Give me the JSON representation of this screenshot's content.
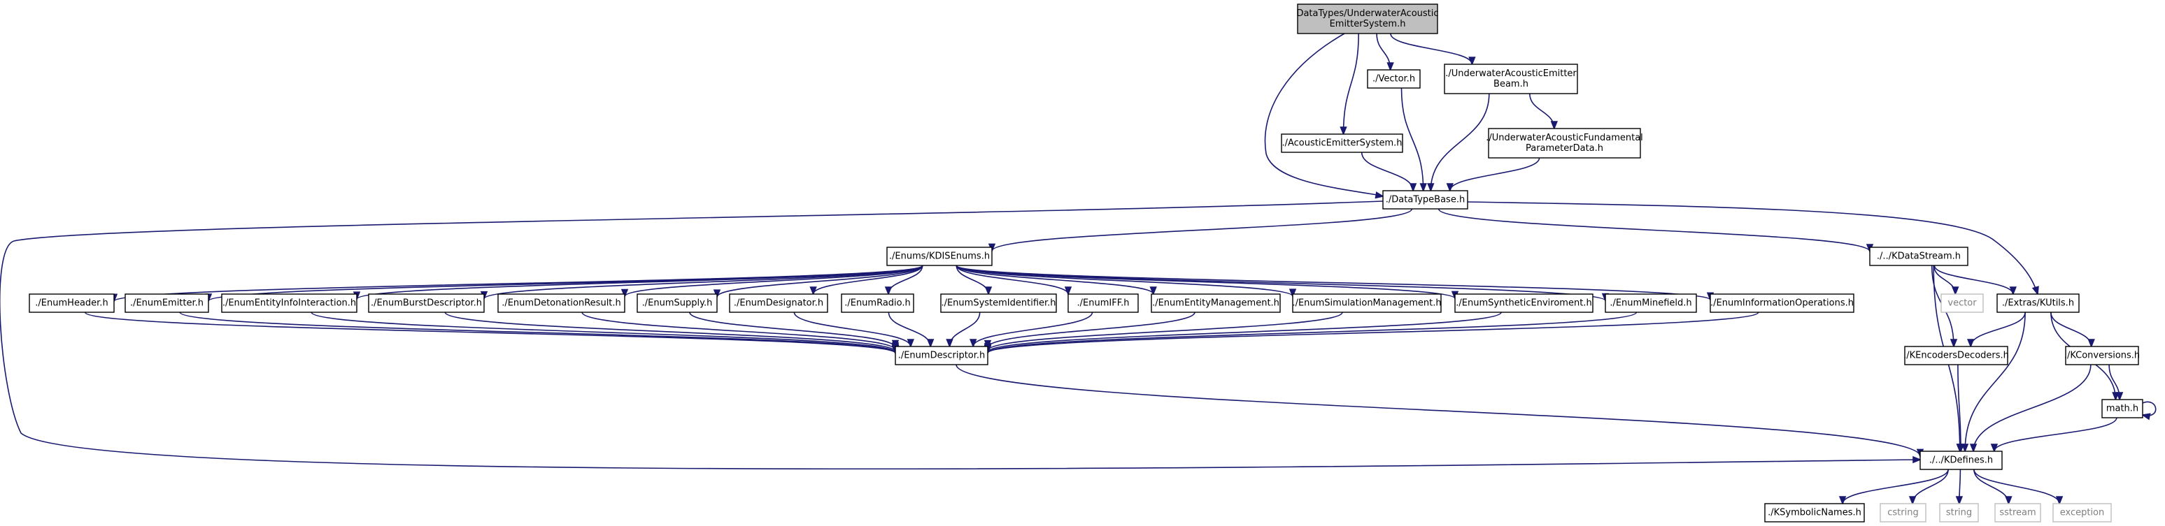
{
  "colors": {
    "edge": "#191970",
    "node_border": "#000000",
    "node_fill": "#ffffff",
    "root_fill": "#bfbfbf",
    "system_border": "#bfbfbf",
    "system_text": "#7f7f7f"
  },
  "nodes": [
    {
      "id": "root",
      "lines": [
        "DataTypes/UnderwaterAcoustic",
        "EmitterSystem.h"
      ],
      "style": "root"
    },
    {
      "id": "vector",
      "lines": [
        "./Vector.h"
      ],
      "style": "normal"
    },
    {
      "id": "uaeb",
      "lines": [
        "./UnderwaterAcousticEmitter",
        "Beam.h"
      ],
      "style": "normal"
    },
    {
      "id": "aes",
      "lines": [
        "./AcousticEmitterSystem.h"
      ],
      "style": "normal"
    },
    {
      "id": "uafpd",
      "lines": [
        "./UnderwaterAcousticFundamental",
        "ParameterData.h"
      ],
      "style": "normal"
    },
    {
      "id": "dtb",
      "lines": [
        "./DataTypeBase.h"
      ],
      "style": "normal"
    },
    {
      "id": "kdisenums",
      "lines": [
        "./Enums/KDISEnums.h"
      ],
      "style": "normal"
    },
    {
      "id": "kdatastream",
      "lines": [
        "./../KDataStream.h"
      ],
      "style": "normal"
    },
    {
      "id": "enumheader",
      "lines": [
        "./EnumHeader.h"
      ],
      "style": "normal"
    },
    {
      "id": "enumemitter",
      "lines": [
        "./EnumEmitter.h"
      ],
      "style": "normal"
    },
    {
      "id": "enumentityinfo",
      "lines": [
        "./EnumEntityInfoInteraction.h"
      ],
      "style": "normal"
    },
    {
      "id": "enumburst",
      "lines": [
        "./EnumBurstDescriptor.h"
      ],
      "style": "normal"
    },
    {
      "id": "enumdetonation",
      "lines": [
        "./EnumDetonationResult.h"
      ],
      "style": "normal"
    },
    {
      "id": "enumsupply",
      "lines": [
        "./EnumSupply.h"
      ],
      "style": "normal"
    },
    {
      "id": "enumdesignator",
      "lines": [
        "./EnumDesignator.h"
      ],
      "style": "normal"
    },
    {
      "id": "enumradio",
      "lines": [
        "./EnumRadio.h"
      ],
      "style": "normal"
    },
    {
      "id": "enumsystemid",
      "lines": [
        "./EnumSystemIdentifier.h"
      ],
      "style": "normal"
    },
    {
      "id": "enumiff",
      "lines": [
        "./EnumIFF.h"
      ],
      "style": "normal"
    },
    {
      "id": "enumentitymgmt",
      "lines": [
        "./EnumEntityManagement.h"
      ],
      "style": "normal"
    },
    {
      "id": "enumsimmgmt",
      "lines": [
        "./EnumSimulationManagement.h"
      ],
      "style": "normal"
    },
    {
      "id": "enumsynth",
      "lines": [
        "./EnumSyntheticEnviroment.h"
      ],
      "style": "normal"
    },
    {
      "id": "enumminefield",
      "lines": [
        "./EnumMinefield.h"
      ],
      "style": "normal"
    },
    {
      "id": "enuminfoops",
      "lines": [
        "./EnumInformationOperations.h"
      ],
      "style": "normal"
    },
    {
      "id": "vectorstd",
      "lines": [
        "vector"
      ],
      "style": "system"
    },
    {
      "id": "kutils",
      "lines": [
        "./Extras/KUtils.h"
      ],
      "style": "normal"
    },
    {
      "id": "enumdescriptor",
      "lines": [
        "./EnumDescriptor.h"
      ],
      "style": "normal"
    },
    {
      "id": "kencoders",
      "lines": [
        "./KEncodersDecoders.h"
      ],
      "style": "normal"
    },
    {
      "id": "kconversions",
      "lines": [
        "./KConversions.h"
      ],
      "style": "normal"
    },
    {
      "id": "mathh",
      "lines": [
        "math.h"
      ],
      "style": "normal"
    },
    {
      "id": "kdefines",
      "lines": [
        "./../KDefines.h"
      ],
      "style": "normal"
    },
    {
      "id": "ksymbolic",
      "lines": [
        "./KSymbolicNames.h"
      ],
      "style": "normal"
    },
    {
      "id": "cstring",
      "lines": [
        "cstring"
      ],
      "style": "system"
    },
    {
      "id": "string",
      "lines": [
        "string"
      ],
      "style": "system"
    },
    {
      "id": "sstream",
      "lines": [
        "sstream"
      ],
      "style": "system"
    },
    {
      "id": "exception",
      "lines": [
        "exception"
      ],
      "style": "system"
    }
  ],
  "edges": [
    [
      "root",
      "vector"
    ],
    [
      "root",
      "uaeb"
    ],
    [
      "root",
      "aes"
    ],
    [
      "root",
      "dtb"
    ],
    [
      "vector",
      "dtb"
    ],
    [
      "uaeb",
      "dtb"
    ],
    [
      "uaeb",
      "uafpd"
    ],
    [
      "aes",
      "dtb"
    ],
    [
      "uafpd",
      "dtb"
    ],
    [
      "dtb",
      "kdisenums"
    ],
    [
      "dtb",
      "kdatastream"
    ],
    [
      "dtb",
      "kutils"
    ],
    [
      "dtb",
      "kdefines"
    ],
    [
      "kdisenums",
      "enumheader"
    ],
    [
      "kdisenums",
      "enumemitter"
    ],
    [
      "kdisenums",
      "enumentityinfo"
    ],
    [
      "kdisenums",
      "enumburst"
    ],
    [
      "kdisenums",
      "enumdetonation"
    ],
    [
      "kdisenums",
      "enumsupply"
    ],
    [
      "kdisenums",
      "enumdesignator"
    ],
    [
      "kdisenums",
      "enumradio"
    ],
    [
      "kdisenums",
      "enumsystemid"
    ],
    [
      "kdisenums",
      "enumiff"
    ],
    [
      "kdisenums",
      "enumentitymgmt"
    ],
    [
      "kdisenums",
      "enumsimmgmt"
    ],
    [
      "kdisenums",
      "enumsynth"
    ],
    [
      "kdisenums",
      "enumminefield"
    ],
    [
      "kdisenums",
      "enuminfoops"
    ],
    [
      "enumheader",
      "enumdescriptor"
    ],
    [
      "enumemitter",
      "enumdescriptor"
    ],
    [
      "enumentityinfo",
      "enumdescriptor"
    ],
    [
      "enumburst",
      "enumdescriptor"
    ],
    [
      "enumdetonation",
      "enumdescriptor"
    ],
    [
      "enumsupply",
      "enumdescriptor"
    ],
    [
      "enumdesignator",
      "enumdescriptor"
    ],
    [
      "enumradio",
      "enumdescriptor"
    ],
    [
      "enumsystemid",
      "enumdescriptor"
    ],
    [
      "enumiff",
      "enumdescriptor"
    ],
    [
      "enumentitymgmt",
      "enumdescriptor"
    ],
    [
      "enumsimmgmt",
      "enumdescriptor"
    ],
    [
      "enumsynth",
      "enumdescriptor"
    ],
    [
      "enumminefield",
      "enumdescriptor"
    ],
    [
      "enuminfoops",
      "enumdescriptor"
    ],
    [
      "enumdescriptor",
      "kdefines"
    ],
    [
      "kdatastream",
      "vectorstd"
    ],
    [
      "kdatastream",
      "kutils"
    ],
    [
      "kdatastream",
      "kencoders"
    ],
    [
      "kdatastream",
      "kdefines"
    ],
    [
      "kutils",
      "kencoders"
    ],
    [
      "kutils",
      "kconversions"
    ],
    [
      "kutils",
      "mathh"
    ],
    [
      "kutils",
      "kdefines"
    ],
    [
      "kencoders",
      "kdefines"
    ],
    [
      "kconversions",
      "mathh"
    ],
    [
      "kconversions",
      "kdefines"
    ],
    [
      "mathh",
      "mathh"
    ],
    [
      "mathh",
      "kdefines"
    ],
    [
      "kdefines",
      "ksymbolic"
    ],
    [
      "kdefines",
      "cstring"
    ],
    [
      "kdefines",
      "string"
    ],
    [
      "kdefines",
      "sstream"
    ],
    [
      "kdefines",
      "exception"
    ]
  ]
}
